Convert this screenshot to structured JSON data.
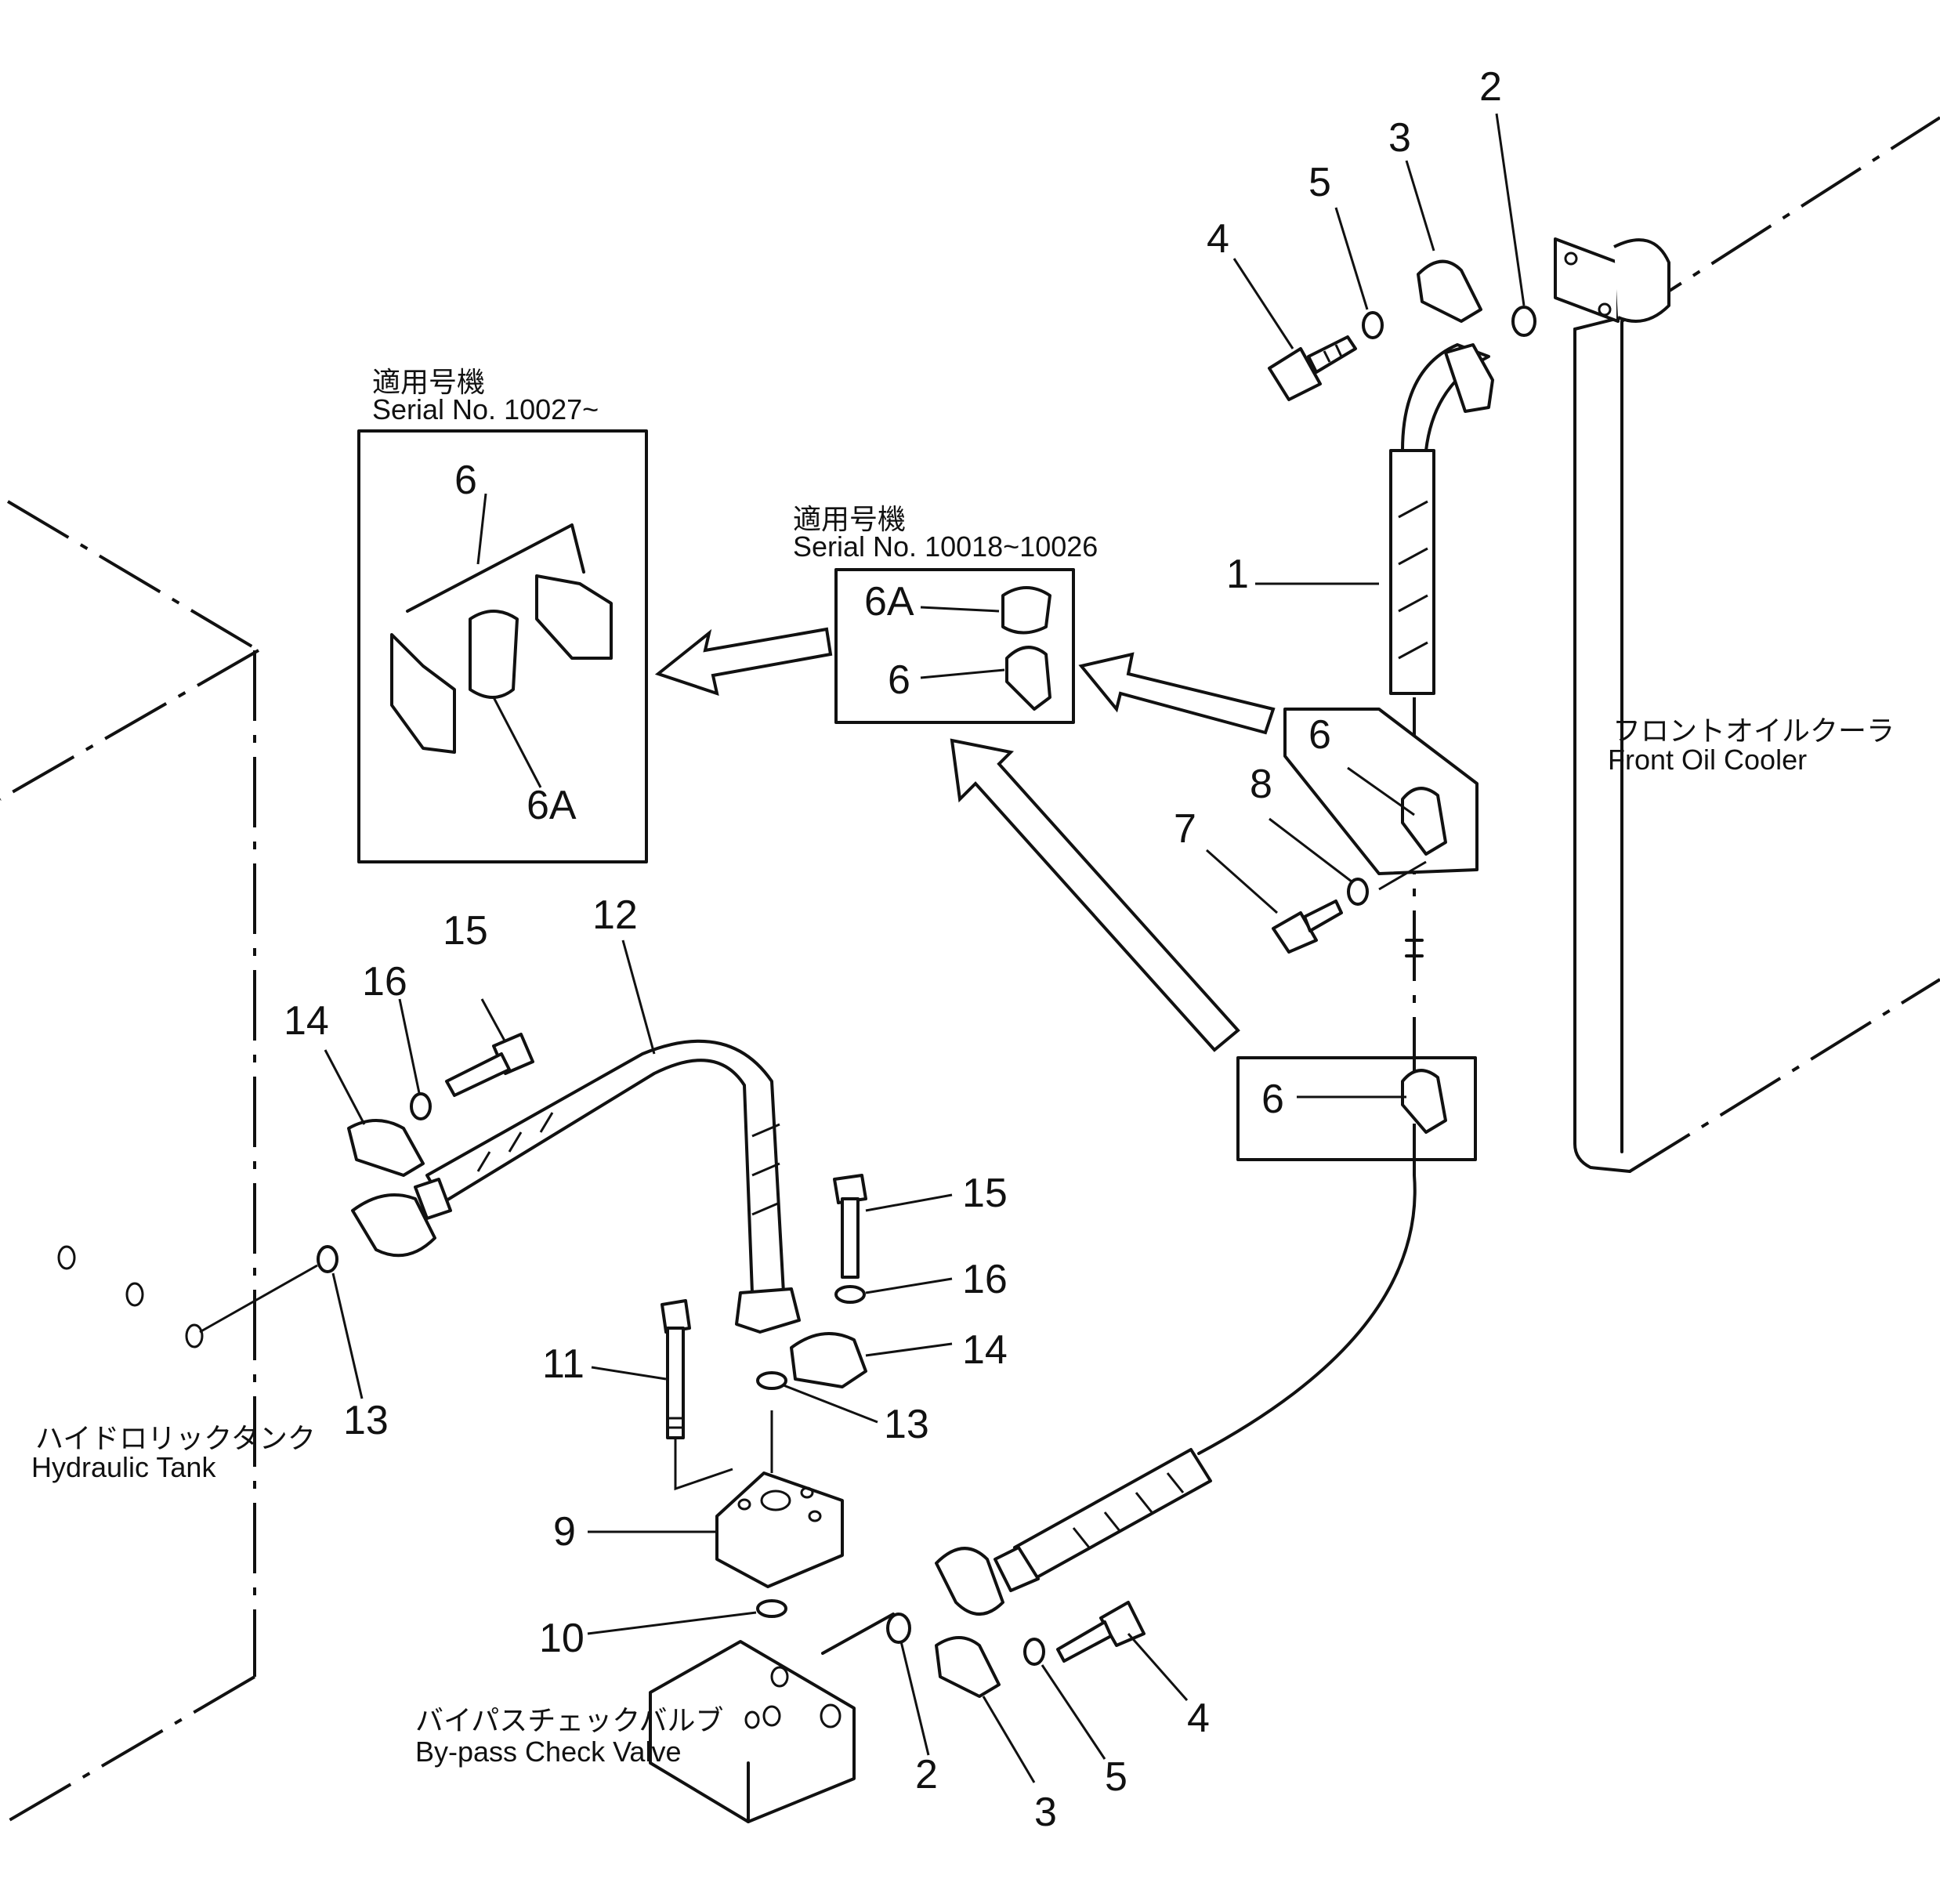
{
  "captions": {
    "serial_box_a_ja": "適用号機",
    "serial_box_a_en": "Serial No. 10027~",
    "serial_box_b_ja": "適用号機",
    "serial_box_b_en": "Serial No. 10018~10026",
    "front_oil_cooler_ja": "フロントオイルクーラ",
    "front_oil_cooler_en": "Front Oil Cooler",
    "hydraulic_tank_ja": "ハイドロリックタンク",
    "hydraulic_tank_en": "Hydraulic Tank",
    "bypass_valve_ja": "バイパスチェックバルブ",
    "bypass_valve_en": "By-pass Check Valve"
  },
  "callouts": {
    "c1": "1",
    "c2_top": "2",
    "c3_top": "3",
    "c4_top": "4",
    "c5_top": "5",
    "c6_main": "6",
    "c7": "7",
    "c8": "8",
    "c6_detail_b": "6",
    "c6a_detail_b": "6A",
    "c6_detail_a": "6",
    "c6a_detail_a": "6A",
    "c6_lower": "6",
    "c12": "12",
    "c15_left": "15",
    "c16_left": "16",
    "c14_left": "14",
    "c13_left": "13",
    "c15_right": "15",
    "c16_right": "16",
    "c14_right": "14",
    "c13_right": "13",
    "c11": "11",
    "c9": "9",
    "c10": "10",
    "c2_bottom": "2",
    "c3_bottom": "3",
    "c5_bottom": "5",
    "c4_bottom": "4"
  }
}
